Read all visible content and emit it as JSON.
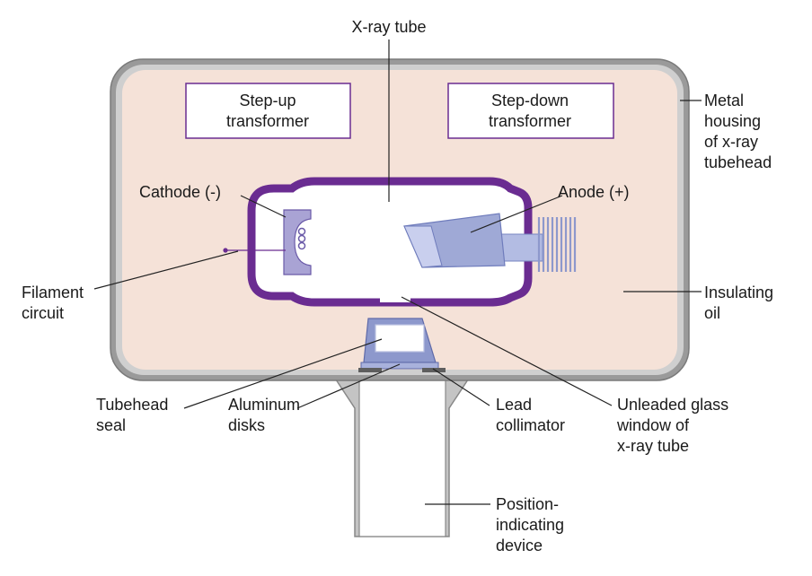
{
  "labels": {
    "xray_tube": "X-ray tube",
    "step_up": [
      "Step-up",
      "transformer"
    ],
    "step_down": [
      "Step-down",
      "transformer"
    ],
    "metal_housing": [
      "Metal",
      "housing",
      "of x-ray",
      "tubehead"
    ],
    "cathode": "Cathode (-)",
    "anode": "Anode (+)",
    "filament_circuit": [
      "Filament",
      "circuit"
    ],
    "insulating_oil": [
      "Insulating",
      "oil"
    ],
    "tubehead_seal": [
      "Tubehead",
      "seal"
    ],
    "aluminum_disks": [
      "Aluminum",
      "disks"
    ],
    "lead_collimator": [
      "Lead",
      "collimator"
    ],
    "unleaded_glass_window": [
      "Unleaded glass",
      "window of",
      "x-ray tube"
    ],
    "position_indicating_device": [
      "Position-",
      "indicating",
      "device"
    ]
  },
  "colors": {
    "housing": "#8c8c8c",
    "housing_inner": "#c9c9c9",
    "oil": "#f5e2d8",
    "tube_wall": "#6a2c91",
    "transformer_border": "#6a2c91",
    "anode": "#9fa9d6",
    "window_blue": "#8d98cc"
  }
}
